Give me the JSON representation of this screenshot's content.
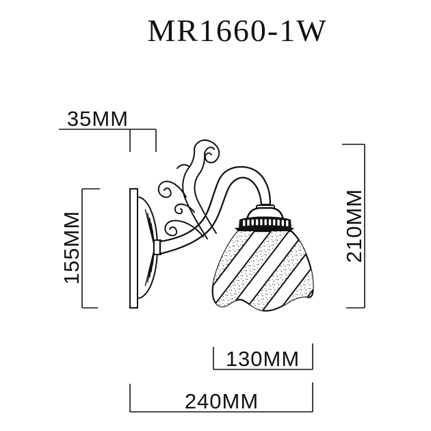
{
  "title": "MR1660-1W",
  "drawing": {
    "subject": "wall-sconce-side-view-technical-drawing",
    "colors": {
      "line": "#111111",
      "background": "#ffffff",
      "band_fill": "#111111",
      "stipple_dot": "#3a3a3a"
    }
  },
  "dimensions": {
    "canopy_depth": {
      "label": "35MM"
    },
    "backplate_height": {
      "label": "155MM"
    },
    "overall_height": {
      "label": "210MM"
    },
    "shade_diameter": {
      "label": "130MM"
    },
    "overall_projection": {
      "label": "240MM"
    }
  }
}
